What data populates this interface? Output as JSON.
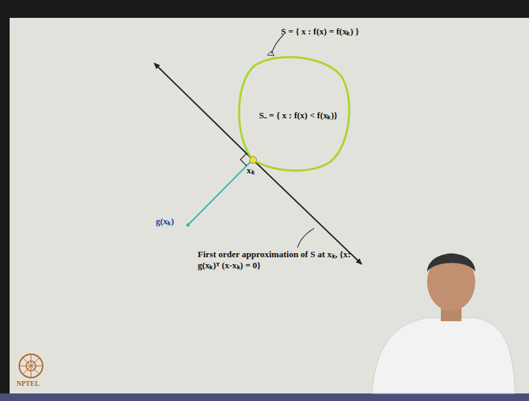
{
  "diagram": {
    "nodes": [
      {
        "text": [
          "S₋ = { x : f(x) < f(xₖ)}"
        ]
      }
    ],
    "labels": [
      "S = { x : f(x) = f(xₖ) }",
      "xₖ",
      "g(xₖ)",
      "First order approximation of S at xₖ, {x: g(xₖ)ᵀ (x-xₖ) = 0}",
      "NPTEL"
    ]
  }
}
